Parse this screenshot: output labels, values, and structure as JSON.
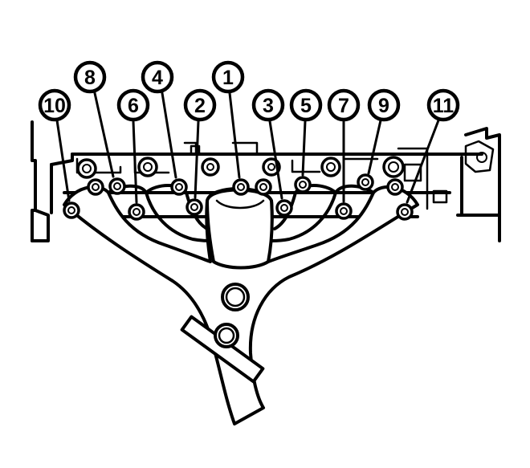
{
  "diagram": {
    "callouts": [
      {
        "id": "10",
        "label": "10"
      },
      {
        "id": "8",
        "label": "8"
      },
      {
        "id": "6",
        "label": "6"
      },
      {
        "id": "4",
        "label": "4"
      },
      {
        "id": "2",
        "label": "2"
      },
      {
        "id": "1",
        "label": "1"
      },
      {
        "id": "3",
        "label": "3"
      },
      {
        "id": "5",
        "label": "5"
      },
      {
        "id": "7",
        "label": "7"
      },
      {
        "id": "9",
        "label": "9"
      },
      {
        "id": "11",
        "label": "11"
      }
    ],
    "colors": {
      "line": "#000000",
      "background": "#ffffff"
    }
  }
}
